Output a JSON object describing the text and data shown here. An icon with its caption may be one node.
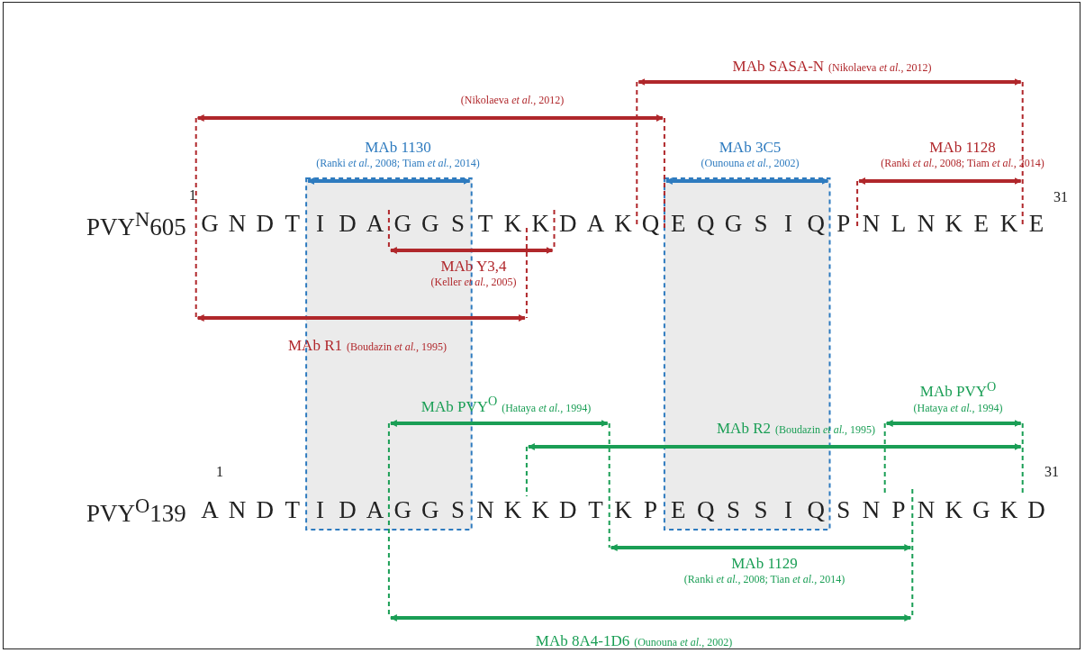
{
  "diagram": {
    "labels": [
      "MAb SASA-N",
      "(Nikolaeva *et al.*, 2012)",
      "(Nikolaeva *et al.*, 2012)",
      "MAb 1130",
      "(Ranki *et al.*, 2008; Tiam *et al.*, 2014)",
      "MAb 3C5",
      "(Ounouna *et al.*, 2002)",
      "MAb 1128",
      "(Ranki *et al.*, 2008; Tiam *et al.*, 2014)",
      "1",
      "31",
      "PVY$^{N}$605",
      "G",
      "N",
      "D",
      "T",
      "I",
      "D",
      "A",
      "G",
      "G",
      "S",
      "T",
      "K",
      "K",
      "D",
      "A",
      "K",
      "Q",
      "E",
      "Q",
      "G",
      "S",
      "I",
      "Q",
      "P",
      "N",
      "L",
      "N",
      "K",
      "E",
      "K",
      "E",
      "MAb Y3,4",
      "(Keller *et al.*, 2005)",
      "MAb R1",
      "(Boudazin *et al.*, 1995)",
      "MAb PVY$^{O}$",
      "(Hataya *et al.*, 1994)",
      "MAb PVY$^{O}$",
      "(Hataya *et al.*, 1994)",
      "MAb R2",
      "(Boudazin *et al.*, 1995)",
      "1",
      "31",
      "PVY$^{O}$139",
      "A",
      "N",
      "D",
      "T",
      "I",
      "D",
      "A",
      "G",
      "G",
      "S",
      "N",
      "K",
      "K",
      "D",
      "T",
      "K",
      "P",
      "E",
      "Q",
      "S",
      "S",
      "I",
      "Q",
      "S",
      "N",
      "P",
      "N",
      "K",
      "G",
      "K",
      "D",
      "MAb 1129",
      "(Ranki *et al.*, 2008; Tian *et al.*, 2014)",
      "MAb 8A4-1D6",
      "(Ounouna *et al.*, 2002)"
    ]
  }
}
